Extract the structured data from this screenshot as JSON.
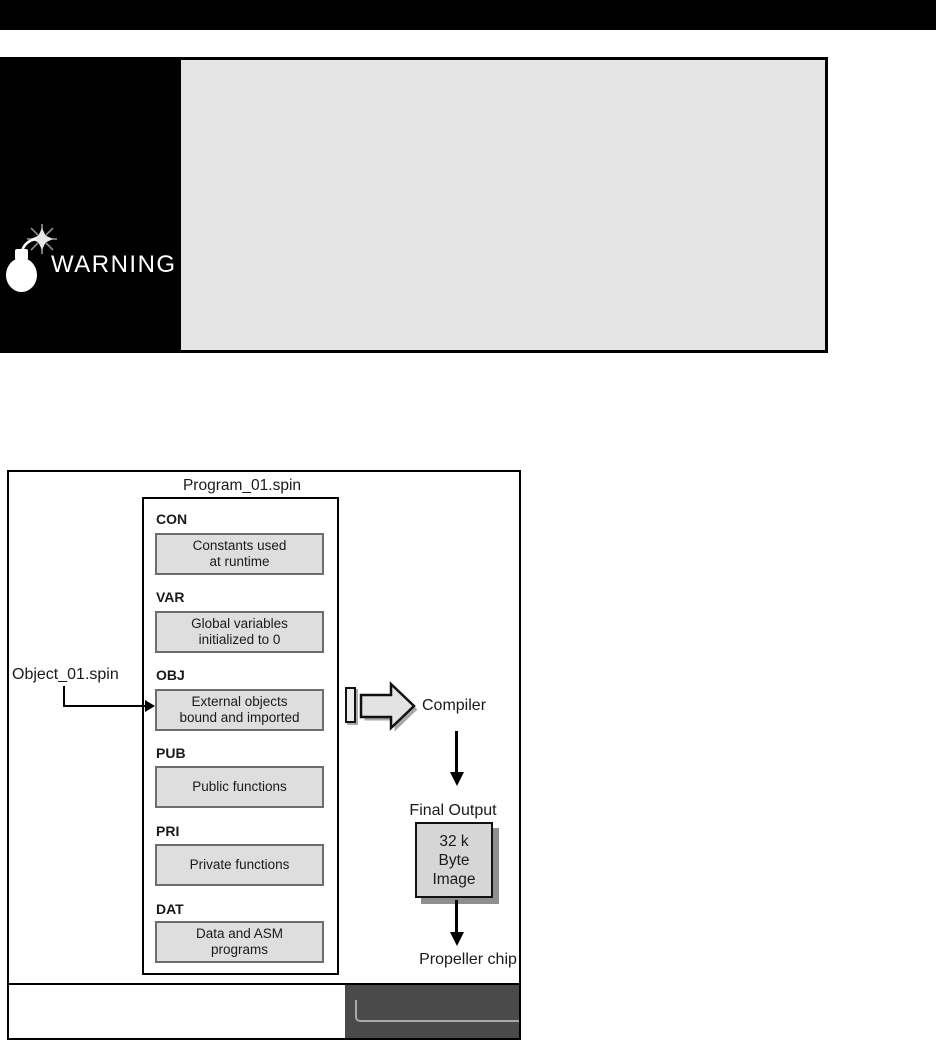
{
  "warning": {
    "label": "WARNING",
    "icon": "bomb-icon"
  },
  "figure": {
    "title": "Program_01.spin",
    "object_file_label": "Object_01.spin",
    "sections": [
      {
        "key": "CON",
        "desc": "Constants used\nat runtime"
      },
      {
        "key": "VAR",
        "desc": "Global variables\ninitialized to 0"
      },
      {
        "key": "OBJ",
        "desc": "External objects\nbound and imported"
      },
      {
        "key": "PUB",
        "desc": "Public functions"
      },
      {
        "key": "PRI",
        "desc": "Private functions"
      },
      {
        "key": "DAT",
        "desc": "Data and ASM\nprograms"
      }
    ],
    "compiler_label": "Compiler",
    "final_output_label": "Final Output",
    "image_box_text": "32 k\nByte\nImage",
    "propeller_label": "Propeller chip"
  },
  "colors": {
    "banner": "#000000",
    "warning_bg": "#000000",
    "warning_content": "#e4e4e4",
    "section_box_fill": "#dedede",
    "section_box_border": "#6d6d6d",
    "image_box_fill": "#d6d6d6",
    "dark_panel": "#4a4a4a",
    "panel_line": "#a8a8a8"
  }
}
